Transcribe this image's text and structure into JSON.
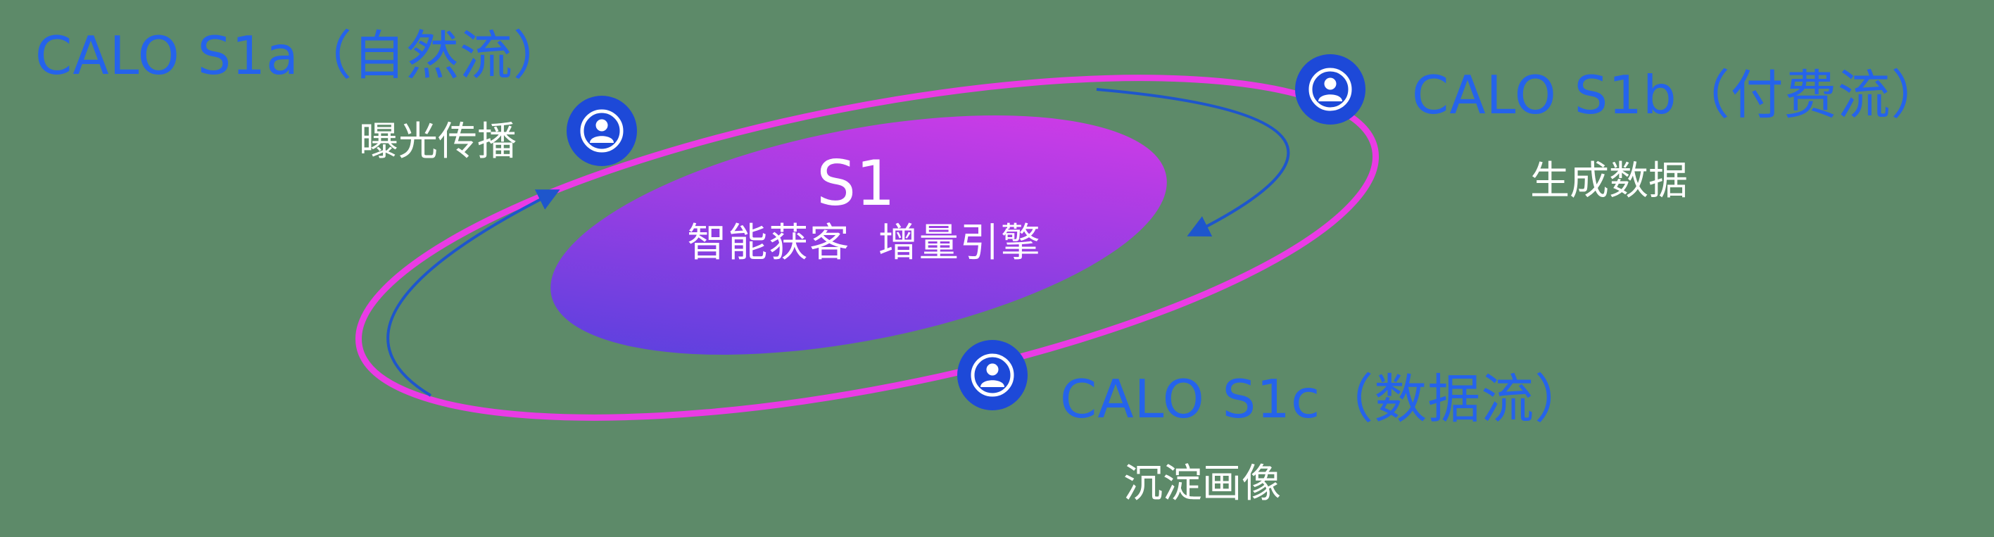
{
  "colors": {
    "background": "#5d8a69",
    "accent_blue": "#2563eb",
    "white": "#ffffff",
    "orbit_pink": "#ea3be5",
    "core_gradient_start": "#4b42dd",
    "core_gradient_end": "#e03ae8",
    "icon_blue": "#1d49d8",
    "arrow_blue": "#1e56cc"
  },
  "core": {
    "title": "S1",
    "subtitle": "智能获客  增量引擎"
  },
  "nodes": [
    {
      "id": "s1a",
      "title": "CALO S1a（自然流）",
      "label": "曝光传播"
    },
    {
      "id": "s1b",
      "title": "CALO S1b（付费流）",
      "label": "生成数据"
    },
    {
      "id": "s1c",
      "title": "CALO S1c（数据流）",
      "label": "沉淀画像"
    }
  ],
  "icons": {
    "person": "person-in-circle-icon"
  }
}
